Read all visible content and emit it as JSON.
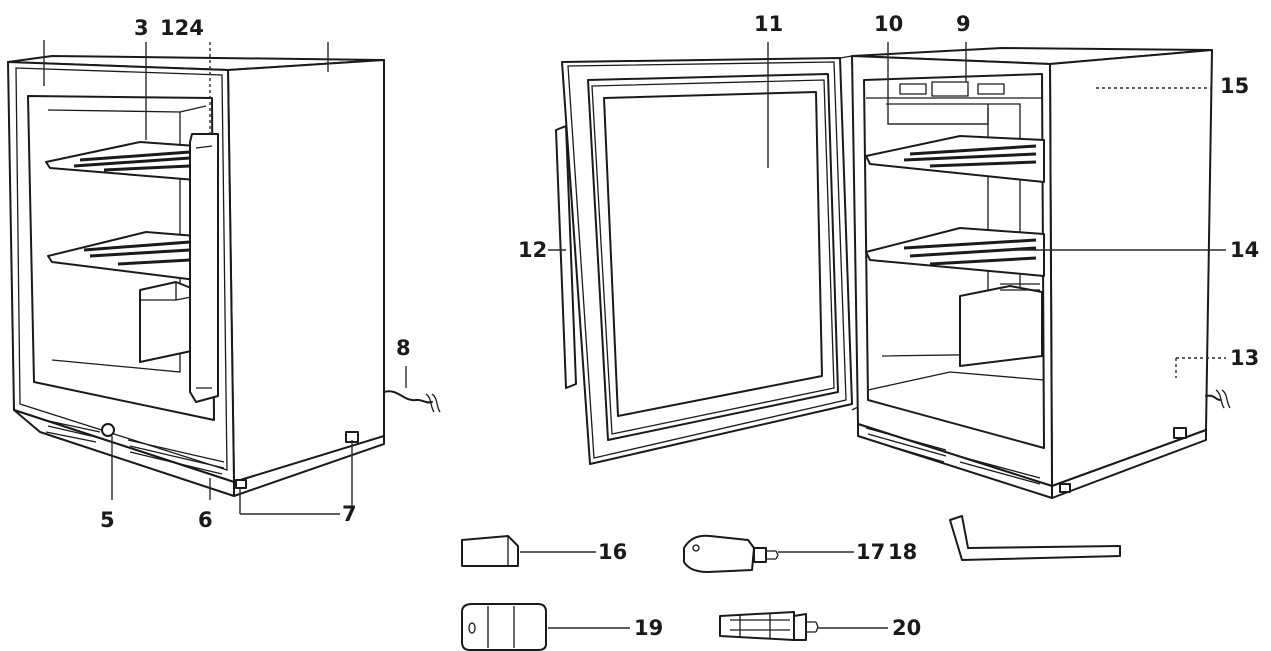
{
  "diagram": {
    "labels": {
      "n3": "3",
      "n124": "124",
      "n5": "5",
      "n6": "6",
      "n7": "7",
      "n8": "8",
      "n9": "9",
      "n10": "10",
      "n11": "11",
      "n12": "12",
      "n13": "13",
      "n14": "14",
      "n15": "15",
      "n16": "16",
      "n17": "17",
      "n18": "18",
      "n19": "19",
      "n20": "20"
    }
  }
}
